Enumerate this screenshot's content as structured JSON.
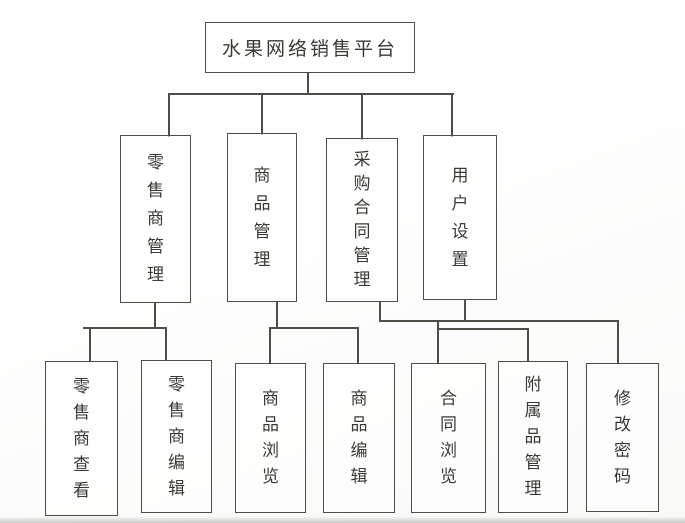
{
  "figure": {
    "type": "tree-structure-chart",
    "root": {
      "label": "水果网络销售平台"
    },
    "modules": [
      {
        "label": "零售商管理",
        "children": [
          "零售商查看",
          "零售商编辑"
        ]
      },
      {
        "label": "商品管理",
        "children": [
          "商品浏览",
          "商品编辑"
        ]
      },
      {
        "label": "采购合同管理",
        "children": [
          "合同浏览"
        ]
      },
      {
        "label": "用户设置",
        "children": [
          "附属品管理",
          "修改密码"
        ]
      }
    ],
    "functions": [
      {
        "label": "零售商查看"
      },
      {
        "label": "零售商编辑"
      },
      {
        "label": "商品浏览"
      },
      {
        "label": "商品编辑"
      },
      {
        "label": "合同浏览"
      },
      {
        "label": "附属品管理"
      },
      {
        "label": "修改密码"
      }
    ],
    "colors": {
      "line": "#4e4e49",
      "text": "#3a3a35",
      "paper": "#ffffff"
    }
  }
}
